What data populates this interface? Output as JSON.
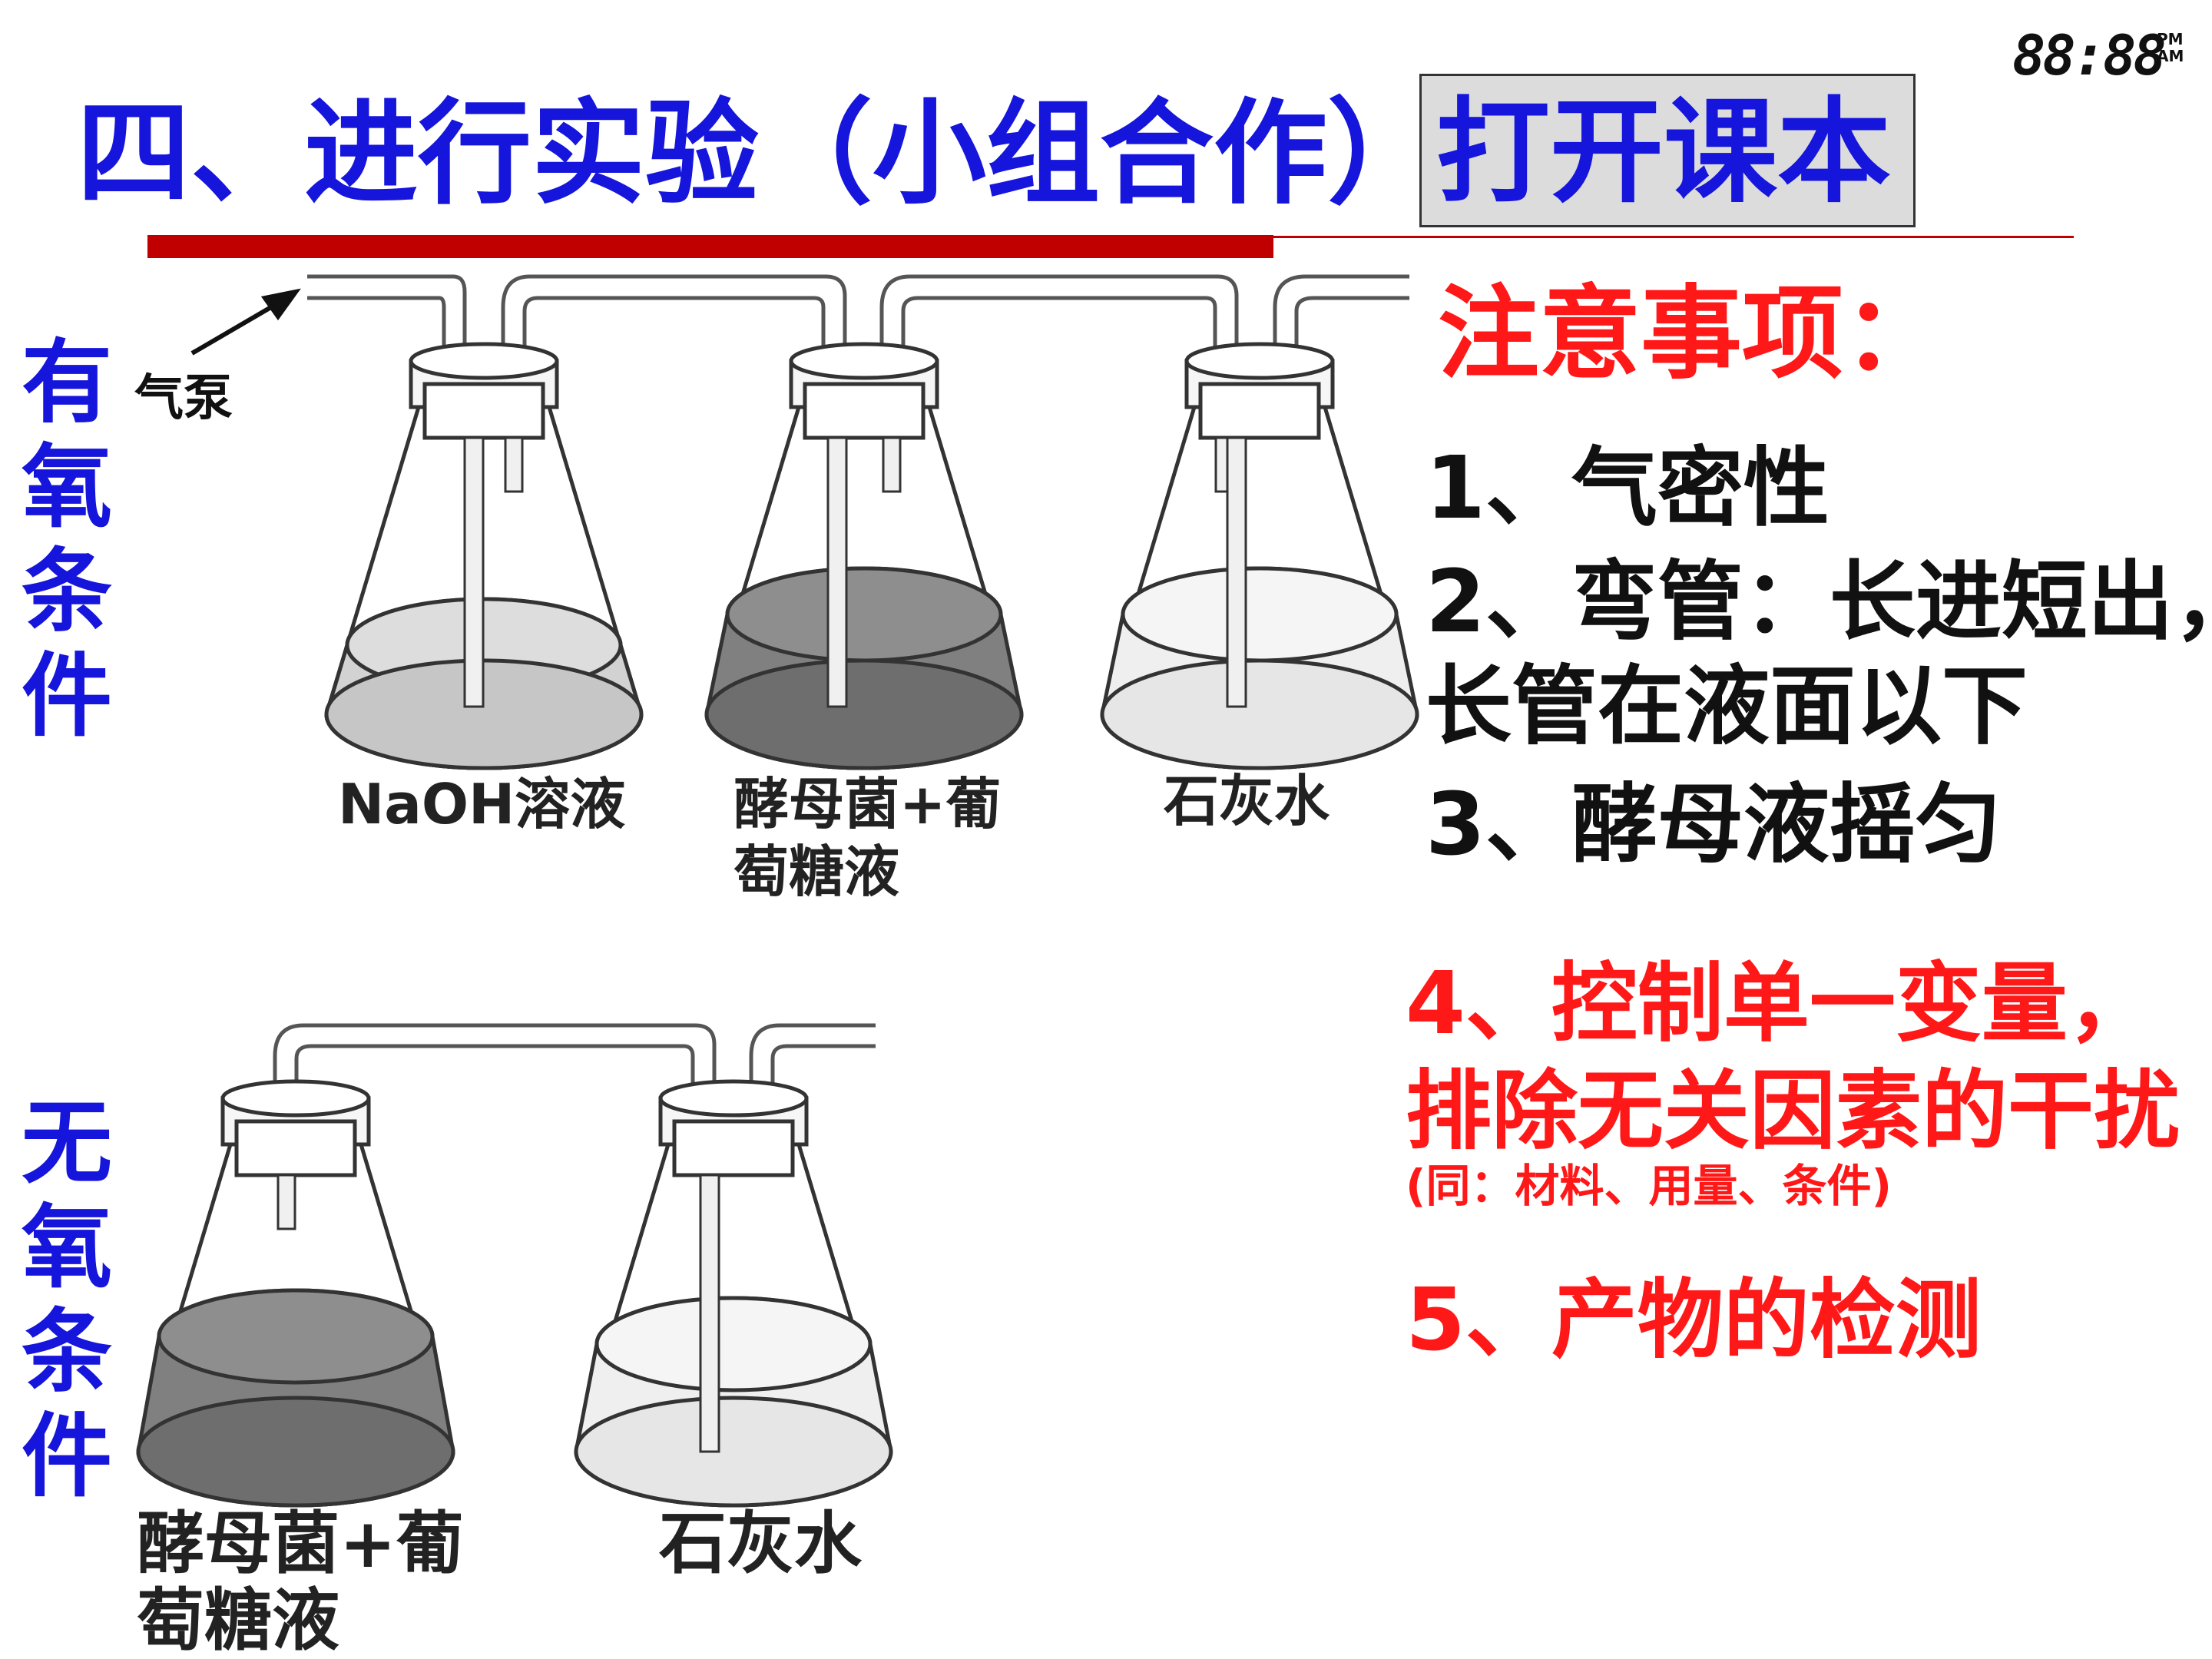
{
  "clock": {
    "time": "88:88",
    "small_top": "PM",
    "small_bottom": "AM"
  },
  "header": {
    "title": "四、进行实验（小组合作）",
    "book_button": "打开课本"
  },
  "aerobic": {
    "label": "有\n氧\n条\n件",
    "pump_label": "气泵",
    "flask_labels": [
      "NaOH溶液",
      "酵母菌+葡",
      "萄糖液",
      "石灰水"
    ]
  },
  "anaerobic": {
    "label": "无\n氧\n条\n件",
    "flask_labels": [
      "酵母菌+葡",
      "萄糖液",
      "石灰水"
    ]
  },
  "notes": {
    "title": "注意事项：",
    "item1": "1、气密性",
    "item2_line1": "2、弯管：长进短出，",
    "item2_line2": "长管在液面以下",
    "item3": "3、酵母液摇匀",
    "item4_line1": "4、控制单一变量，",
    "item4_line2": "排除无关因素的干扰",
    "item4_sub": "(同：材料、用量、条件)",
    "item5": "5、产物的检测"
  }
}
